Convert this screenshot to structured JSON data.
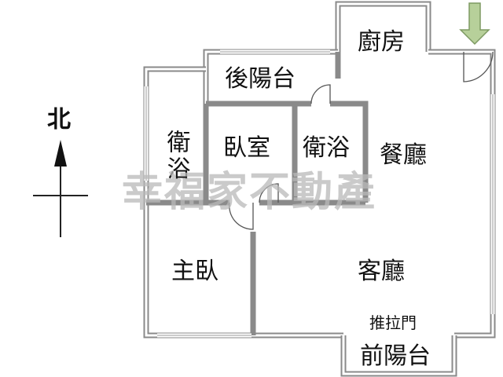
{
  "plan": {
    "rooms": {
      "kitchen": "廚房",
      "rear_balcony": "後陽台",
      "bathroom_left": "衛浴",
      "bedroom": "臥室",
      "bathroom_mid": "衛浴",
      "dining": "餐廳",
      "master_bedroom": "主臥",
      "living": "客廳",
      "front_balcony": "前陽台"
    },
    "sliding_door": "推拉門",
    "compass": {
      "north": "北"
    },
    "watermark": "幸福家不動產",
    "colors": {
      "wall": "#8a8a8a",
      "text": "#111111",
      "watermark": "#b9b9b9",
      "entrance_arrow": "#b7d09a"
    },
    "icons": [
      "north-arrow-icon",
      "entrance-arrow-icon",
      "door-swing-icon"
    ]
  }
}
